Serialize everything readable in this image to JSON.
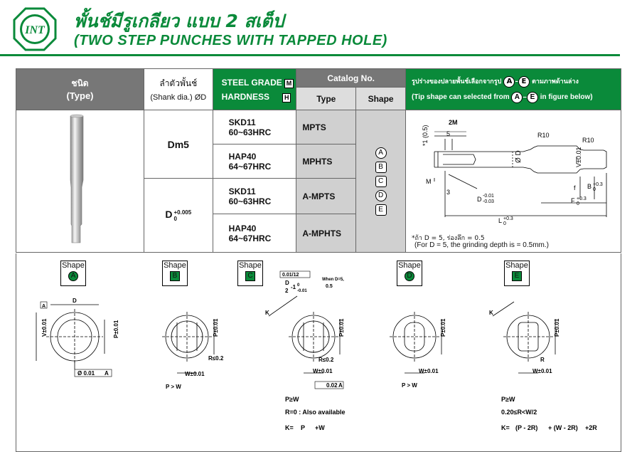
{
  "header": {
    "logo_text": "INT",
    "title_th": "พั้นช์มีรูเกลียว แบบ 2 สเต็ป",
    "title_en": "(TWO STEP PUNCHES WITH TAPPED HOLE)"
  },
  "table": {
    "col_type_th": "ชนิด",
    "col_type_en": "(Type)",
    "col_shank_th": "ลำตัวพั้นช์",
    "col_shank_en": "(Shank dia.) ØD",
    "steel_grade": "STEEL GRADE",
    "steel_grade_box": "M",
    "hardness": "HARDNESS",
    "hardness_box": "H",
    "catalog_no": "Catalog No.",
    "col_type": "Type",
    "col_shape": "Shape",
    "tip_th": "รูปร่างของปลายพั้นช์เลือกจากรูป",
    "tip_th_a": "A",
    "tip_th_dash": "–",
    "tip_th_e": "E",
    "tip_th_end": "ตามภาพด้านล่าง",
    "tip_en_1": "(Tip shape can selected from",
    "tip_en_a": "A",
    "tip_en_dash": "–",
    "tip_en_e": "E",
    "tip_en_2": "in figure below)",
    "shank_dm5": "Dm5",
    "shank_d": "D",
    "shank_d_sup": "+0.005",
    "shank_d_sub": "0",
    "rows": [
      {
        "grade": "SKD11",
        "hrc": "60~63HRC",
        "cat": "MPTS"
      },
      {
        "grade": "HAP40",
        "hrc": "64~67HRC",
        "cat": "MPHTS"
      },
      {
        "grade": "SKD11",
        "hrc": "60~63HRC",
        "cat": "A-MPTS"
      },
      {
        "grade": "HAP40",
        "hrc": "64~67HRC",
        "cat": "A-MPHTS"
      }
    ],
    "shapes": [
      "A",
      "B",
      "C",
      "D",
      "E"
    ],
    "note_th": "*ถ้า D = 5, ร่องลึก = 0.5",
    "note_en": "(For D = 5, the grinding depth is = 0.5mm.)"
  },
  "drawing": {
    "dim_2m": "2M",
    "dim_5": "5",
    "dim_1_05": "*1 (0.5)",
    "dim_r10a": "R10",
    "dim_r10b": "R10",
    "dim_od": "Ø D",
    "dim_v": "V±0.01",
    "dim_m": "M",
    "dim_3": "3",
    "dim_d_tol": "D",
    "dim_d_tol_sup": "-0.01",
    "dim_d_tol_sub": "-0.03",
    "dim_f": "f",
    "dim_b": "B",
    "dim_b_sup": "+0.3",
    "dim_b_sub": "0",
    "dim_F": "F",
    "dim_F_sup": "+0.3",
    "dim_F_sub": "0",
    "dim_L": "L",
    "dim_L_sup": "+0.3",
    "dim_L_sub": "0"
  },
  "shapes_section": {
    "shape_word": "Shape",
    "a": {
      "letter": "A",
      "d": "D",
      "v": "V±0.01",
      "p": "P±0.01",
      "box_a": "A",
      "concentric": "Ø 0.01",
      "conc_a": "A"
    },
    "b": {
      "letter": "B",
      "p": "P±0.01",
      "r": "R≤0.2",
      "w": "W±0.01",
      "cond": "P > W"
    },
    "c": {
      "letter": "C",
      "tol": "0.01/12",
      "d2": "D",
      "d2b": "2",
      "d2t": "-1",
      "d2tsup": "0",
      "d2tsub": "-0.01",
      "when": "When D=5,",
      "d3t": "0.5",
      "k": "K",
      "p": "P±0.01",
      "r": "R≤0.2",
      "w": "W±0.01",
      "flat": "0.02",
      "flat_a": "A",
      "cond1": "P≥W",
      "cond2": "R=0 : Also available",
      "cond3": "K=",
      "cond3b": "P",
      "cond3c": "+W"
    },
    "d": {
      "letter": "D",
      "p": "P±0.01",
      "w": "W±0.01",
      "cond": "P > W"
    },
    "e": {
      "letter": "E",
      "k": "K",
      "p": "P±0.01",
      "r": "R",
      "w": "W±0.01",
      "cond1": "P≥W",
      "cond2": "0.20≤R<W/2",
      "cond3": "K=",
      "cond3b": "(P - 2R)",
      "cond3c": "+ (W - 2R)",
      "cond3d": "+2R"
    }
  },
  "colors": {
    "brand_green": "#0a8a3a",
    "header_gray": "#777777",
    "catalog_gray": "#d0d0d0"
  }
}
